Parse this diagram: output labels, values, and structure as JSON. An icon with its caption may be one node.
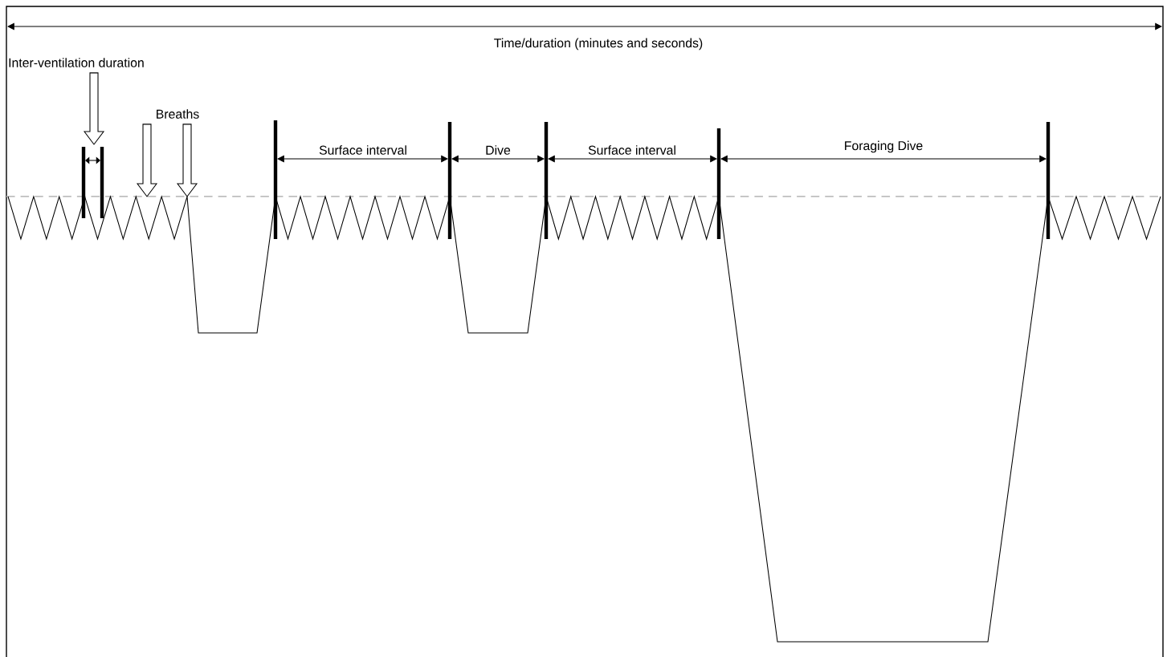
{
  "diagram": {
    "nodes": [
      {
        "text": [
          "Inter-ventilation duration"
        ]
      },
      {
        "text": [
          "Breaths"
        ]
      }
    ],
    "edges": [
      {
        "from": 0,
        "to": null,
        "arrow": "to"
      },
      {
        "from": 1,
        "to": null,
        "arrow": "to"
      },
      {
        "from": 1,
        "to": null,
        "arrow": "to"
      }
    ],
    "labels": [
      "Time/duration (minutes and seconds)",
      "Surface interval",
      "Dive",
      "Surface interval",
      "Foraging Dive"
    ]
  }
}
